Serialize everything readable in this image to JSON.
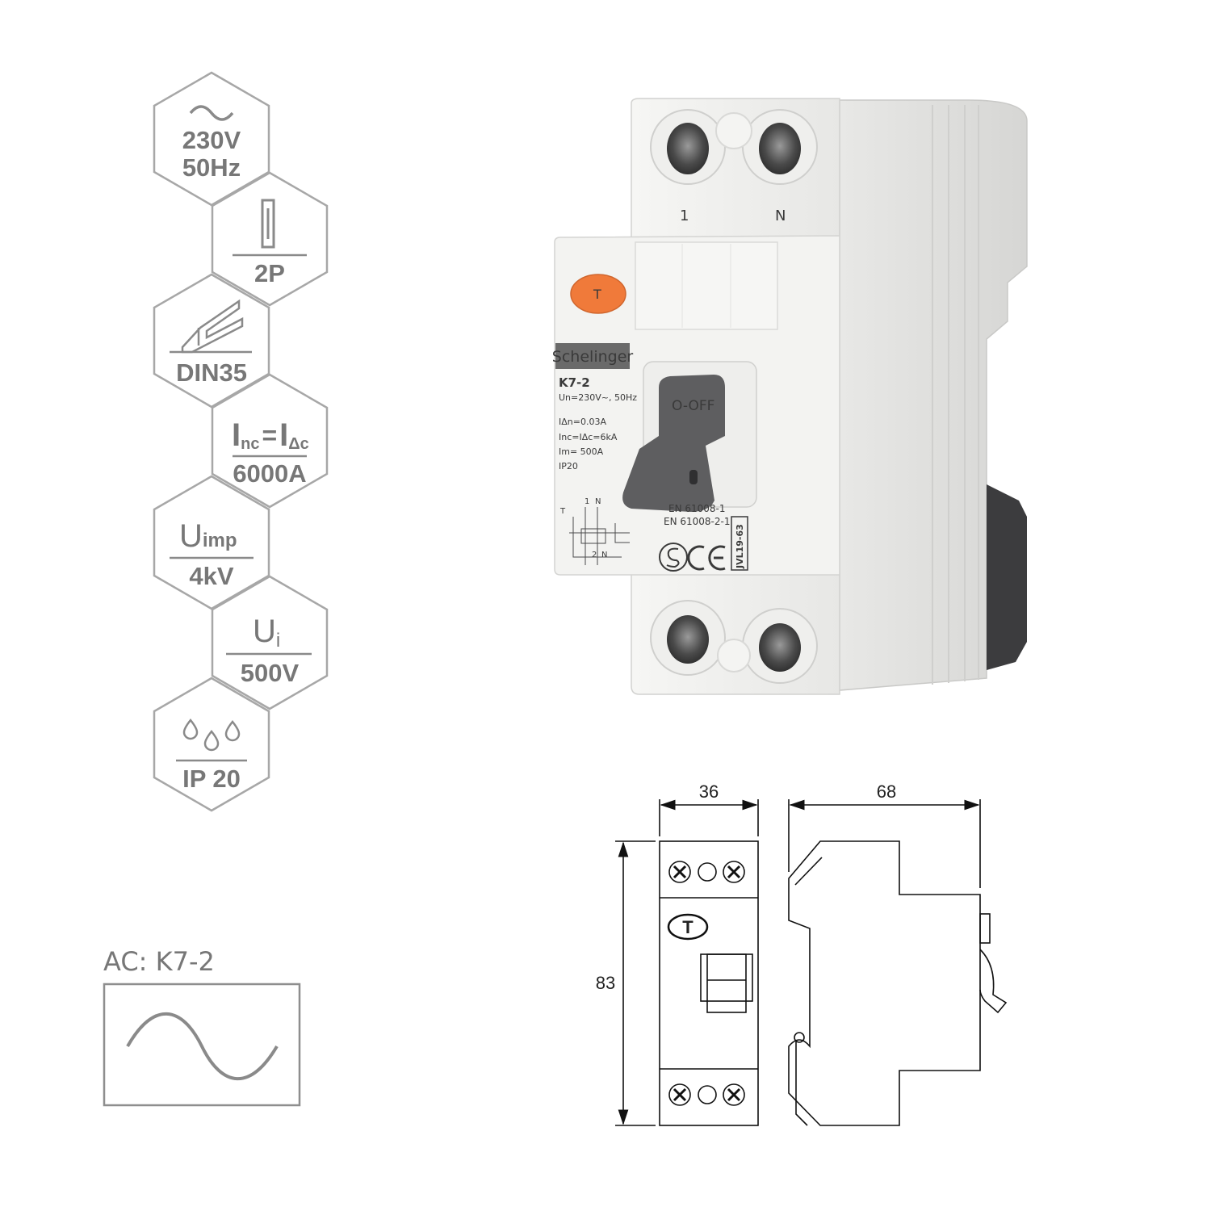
{
  "specs": [
    {
      "icon": "sine-wave-icon",
      "line1": "230V",
      "line2": "50Hz"
    },
    {
      "icon": "pole-module-icon",
      "value": "2P"
    },
    {
      "icon": "din-rail-icon",
      "value": "DIN35"
    },
    {
      "icon": "current-symbol-icon",
      "sym_main": "I",
      "sub1": "nc",
      "eq": "=",
      "sub2": "Δc",
      "value": "6000A"
    },
    {
      "icon": "u-imp-symbol-icon",
      "sym": "U",
      "sub": "imp",
      "value": "4kV"
    },
    {
      "icon": "u-i-symbol-icon",
      "sym": "U",
      "sub": "i",
      "value": "500V"
    },
    {
      "icon": "water-drops-icon",
      "value": "IP 20"
    }
  ],
  "ac_type": {
    "label": "AC: K7-2",
    "icon": "sine-wave-icon"
  },
  "device": {
    "brand": "Schelinger",
    "model": "K7-2",
    "rating": "Un=230V~, 50Hz",
    "specs": [
      "IΔn=0.03A",
      "Inc=IΔc=6kA",
      "Im= 500A",
      "IP20"
    ],
    "switch_label": "O-OFF",
    "test_button": "T",
    "standards": [
      "EN 61008-1",
      "EN 61008-2-1"
    ],
    "code": "JVL19-63",
    "terminal_top_left": "1",
    "terminal_top_right": "N",
    "schematic": {
      "top": "1",
      "n_top": "N",
      "bottom": "2",
      "n_bottom": "N",
      "t": "T"
    }
  },
  "dimensions": {
    "width": "36",
    "depth": "68",
    "height": "83",
    "test_label": "T"
  },
  "colors": {
    "hex_stroke": "#a7a7a7",
    "hex_text": "#777777",
    "orange": "#f07a3a",
    "switch": "#5e5e60",
    "body": "#f2f2f0"
  }
}
